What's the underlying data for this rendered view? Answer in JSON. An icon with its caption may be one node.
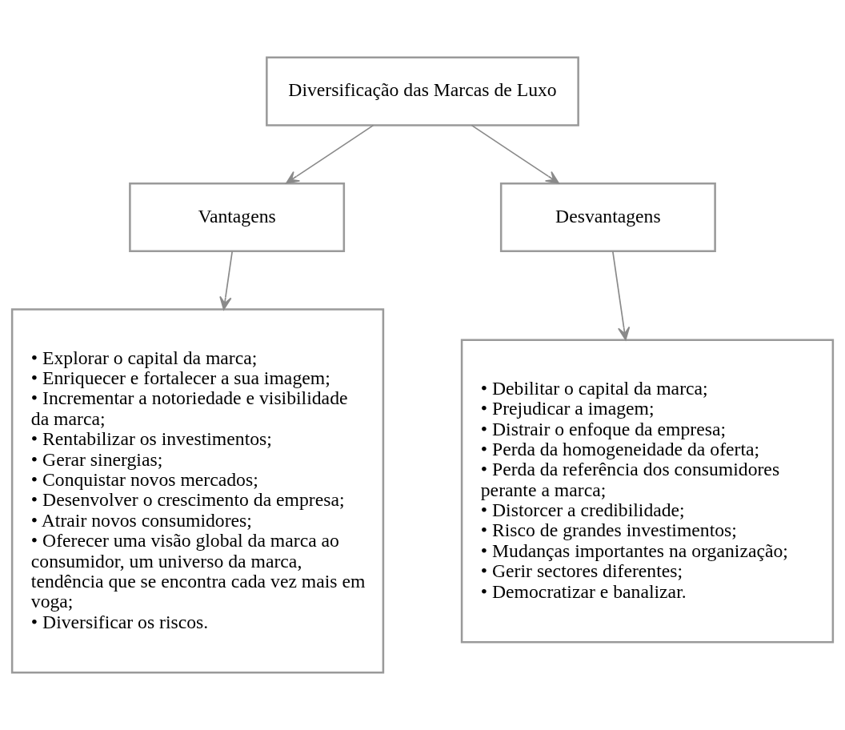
{
  "diagram": {
    "nodes": [
      {
        "text": [
          "Diversificação das Marcas de Luxo"
        ]
      },
      {
        "text": [
          "Vantagens"
        ]
      },
      {
        "text": [
          "Desvantagens"
        ]
      },
      {
        "text": [
          "• Explorar o capital da marca;",
          "• Enriquecer e fortalecer a sua imagem;",
          "• Incrementar a notoriedade e visibilidade da marca;",
          "• Rentabilizar os investimentos;",
          "• Gerar sinergias;",
          "• Conquistar novos mercados;",
          "• Desenvolver o crescimento da empresa;",
          "• Atrair novos consumidores;",
          "• Oferecer uma visão global da marca ao consumidor, um universo da marca, tendência que se encontra cada vez mais em voga;",
          "• Diversificar os riscos."
        ]
      },
      {
        "text": [
          "• Debilitar o capital da marca;",
          "• Prejudicar a imagem;",
          "• Distrair o enfoque da empresa;",
          "• Perda da homogeneidade da oferta;",
          "• Perda da referência dos consumidores perante a marca;",
          "• Distorcer a credibilidade;",
          "• Risco de grandes investimentos;",
          "• Mudanças importantes na organização;",
          "• Gerir sectores diferentes;",
          "• Democratizar e banalizar."
        ]
      }
    ],
    "edges": [
      {
        "from": 0,
        "to": 1,
        "arrow": "to"
      },
      {
        "from": 0,
        "to": 2,
        "arrow": "to"
      },
      {
        "from": 1,
        "to": 3,
        "arrow": "to"
      },
      {
        "from": 2,
        "to": 4,
        "arrow": "to"
      }
    ]
  }
}
